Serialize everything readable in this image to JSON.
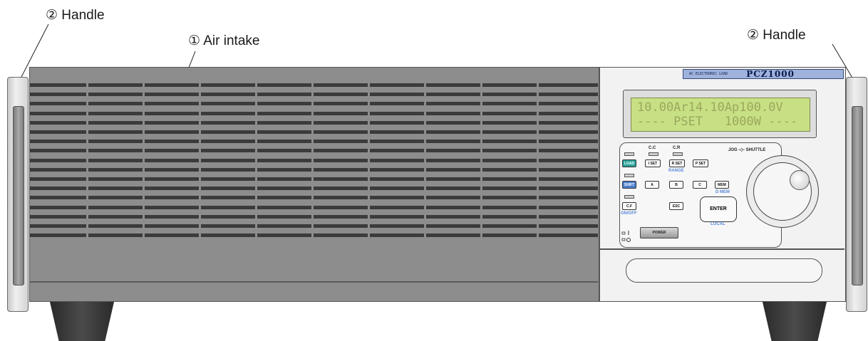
{
  "callouts": {
    "handle_left": "② Handle",
    "air_intake": "① Air intake",
    "handle_right": "② Handle"
  },
  "panel": {
    "model_small": "AC ELECTRONIC LOAD",
    "model_name": "PCZ1000",
    "lcd_line1": "10.00Ar14.10Ap100.0V",
    "lcd_line2": "---- PSET   1000W ----",
    "jog_label": "JOG -◇- SHUTTLE",
    "labels": {
      "cc": "C.C",
      "cr": "C.R",
      "range": "RANGE",
      "d_mem": "D MEM",
      "on_off": "ON/OFF",
      "local": "LOCAL"
    },
    "keys": {
      "load": "LOAD",
      "iset": "I SET",
      "rset": "R SET",
      "pset": "P SET",
      "shift": "SHIFT",
      "a": "A",
      "b": "B",
      "c": "C",
      "mem": "MEM",
      "cf": "C.F",
      "esc": "ESC",
      "enter": "ENTER",
      "power": "POWER"
    }
  },
  "colors": {
    "lcd_background": "#c8e084",
    "load_key": "#2aa39b",
    "shift_key": "#4b7fcf",
    "accent_label": "#5a8ad8"
  }
}
